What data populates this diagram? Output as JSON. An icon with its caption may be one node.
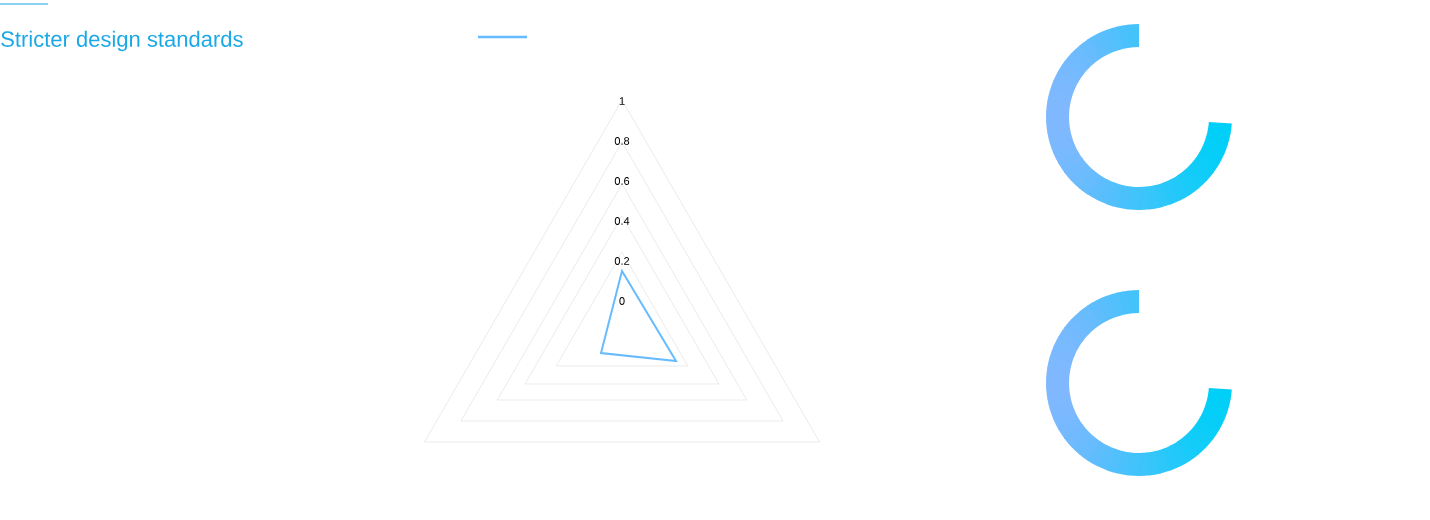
{
  "diagram": {
    "title": "Stricter design standards",
    "labels": [
      "1",
      "0.8",
      "0.6",
      "0.4",
      "0.2",
      "0"
    ]
  }
}
